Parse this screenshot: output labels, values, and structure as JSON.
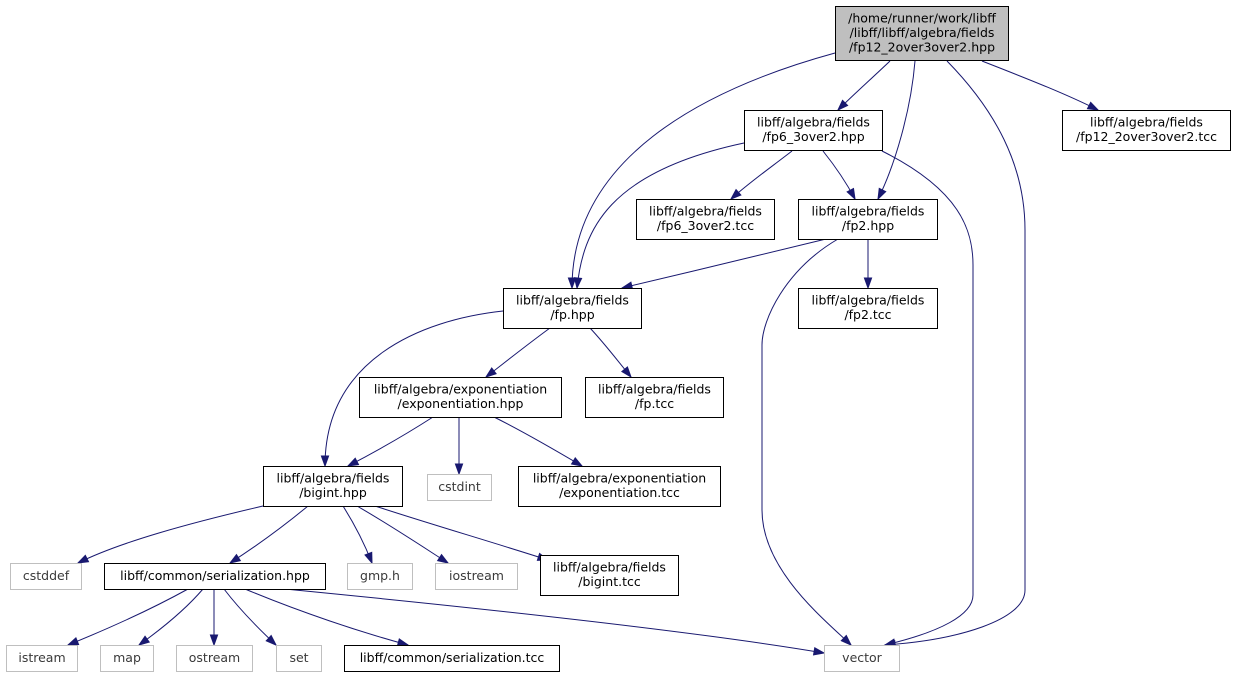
{
  "graph": {
    "colors": {
      "edge": "#191970",
      "main_fill": "#bfbfbf",
      "system_border": "#bfbfbf",
      "local_border": "#000000"
    },
    "nodes": [
      {
        "id": "fp12",
        "kind": "main",
        "lines": [
          "/home/runner/work/libff",
          "/libff/libff/algebra/fields",
          "/fp12_2over3over2.hpp"
        ]
      },
      {
        "id": "fp6hpp",
        "kind": "local",
        "lines": [
          "libff/algebra/fields",
          "/fp6_3over2.hpp"
        ]
      },
      {
        "id": "fp12tcc",
        "kind": "local",
        "lines": [
          "libff/algebra/fields",
          "/fp12_2over3over2.tcc"
        ]
      },
      {
        "id": "fp6tcc",
        "kind": "local",
        "lines": [
          "libff/algebra/fields",
          "/fp6_3over2.tcc"
        ]
      },
      {
        "id": "fp2hpp",
        "kind": "local",
        "lines": [
          "libff/algebra/fields",
          "/fp2.hpp"
        ]
      },
      {
        "id": "fphpp",
        "kind": "local",
        "lines": [
          "libff/algebra/fields",
          "/fp.hpp"
        ]
      },
      {
        "id": "fp2tcc",
        "kind": "local",
        "lines": [
          "libff/algebra/fields",
          "/fp2.tcc"
        ]
      },
      {
        "id": "exphpp",
        "kind": "local",
        "lines": [
          "libff/algebra/exponentiation",
          "/exponentiation.hpp"
        ]
      },
      {
        "id": "fptcc",
        "kind": "local",
        "lines": [
          "libff/algebra/fields",
          "/fp.tcc"
        ]
      },
      {
        "id": "biginthpp",
        "kind": "local",
        "lines": [
          "libff/algebra/fields",
          "/bigint.hpp"
        ]
      },
      {
        "id": "cstdint",
        "kind": "system",
        "lines": [
          "cstdint"
        ]
      },
      {
        "id": "exptcc",
        "kind": "local",
        "lines": [
          "libff/algebra/exponentiation",
          "/exponentiation.tcc"
        ]
      },
      {
        "id": "cstddef",
        "kind": "system",
        "lines": [
          "cstddef"
        ]
      },
      {
        "id": "serhpp",
        "kind": "local",
        "lines": [
          "libff/common/serialization.hpp"
        ]
      },
      {
        "id": "gmp",
        "kind": "system",
        "lines": [
          "gmp.h"
        ]
      },
      {
        "id": "iostream",
        "kind": "system",
        "lines": [
          "iostream"
        ]
      },
      {
        "id": "biginttcc",
        "kind": "local",
        "lines": [
          "libff/algebra/fields",
          "/bigint.tcc"
        ]
      },
      {
        "id": "istream",
        "kind": "system",
        "lines": [
          "istream"
        ]
      },
      {
        "id": "map",
        "kind": "system",
        "lines": [
          "map"
        ]
      },
      {
        "id": "ostream",
        "kind": "system",
        "lines": [
          "ostream"
        ]
      },
      {
        "id": "set",
        "kind": "system",
        "lines": [
          "set"
        ]
      },
      {
        "id": "sertcc",
        "kind": "local",
        "lines": [
          "libff/common/serialization.tcc"
        ]
      },
      {
        "id": "vector",
        "kind": "system",
        "lines": [
          "vector"
        ]
      }
    ],
    "edges": [
      {
        "from": "fp12",
        "to": "fp6hpp"
      },
      {
        "from": "fp12",
        "to": "fp12tcc"
      },
      {
        "from": "fp12",
        "to": "fp2hpp"
      },
      {
        "from": "fp12",
        "to": "fphpp"
      },
      {
        "from": "fp12",
        "to": "vector"
      },
      {
        "from": "fp6hpp",
        "to": "fp6tcc"
      },
      {
        "from": "fp6hpp",
        "to": "fp2hpp"
      },
      {
        "from": "fp6hpp",
        "to": "fphpp"
      },
      {
        "from": "fp6hpp",
        "to": "vector"
      },
      {
        "from": "fp2hpp",
        "to": "fphpp"
      },
      {
        "from": "fp2hpp",
        "to": "fp2tcc"
      },
      {
        "from": "fp2hpp",
        "to": "vector"
      },
      {
        "from": "fphpp",
        "to": "exphpp"
      },
      {
        "from": "fphpp",
        "to": "fptcc"
      },
      {
        "from": "fphpp",
        "to": "biginthpp"
      },
      {
        "from": "exphpp",
        "to": "biginthpp"
      },
      {
        "from": "exphpp",
        "to": "cstdint"
      },
      {
        "from": "exphpp",
        "to": "exptcc"
      },
      {
        "from": "biginthpp",
        "to": "cstddef"
      },
      {
        "from": "biginthpp",
        "to": "serhpp"
      },
      {
        "from": "biginthpp",
        "to": "gmp"
      },
      {
        "from": "biginthpp",
        "to": "iostream"
      },
      {
        "from": "biginthpp",
        "to": "biginttcc"
      },
      {
        "from": "serhpp",
        "to": "istream"
      },
      {
        "from": "serhpp",
        "to": "map"
      },
      {
        "from": "serhpp",
        "to": "ostream"
      },
      {
        "from": "serhpp",
        "to": "set"
      },
      {
        "from": "serhpp",
        "to": "sertcc"
      },
      {
        "from": "serhpp",
        "to": "vector"
      }
    ]
  }
}
